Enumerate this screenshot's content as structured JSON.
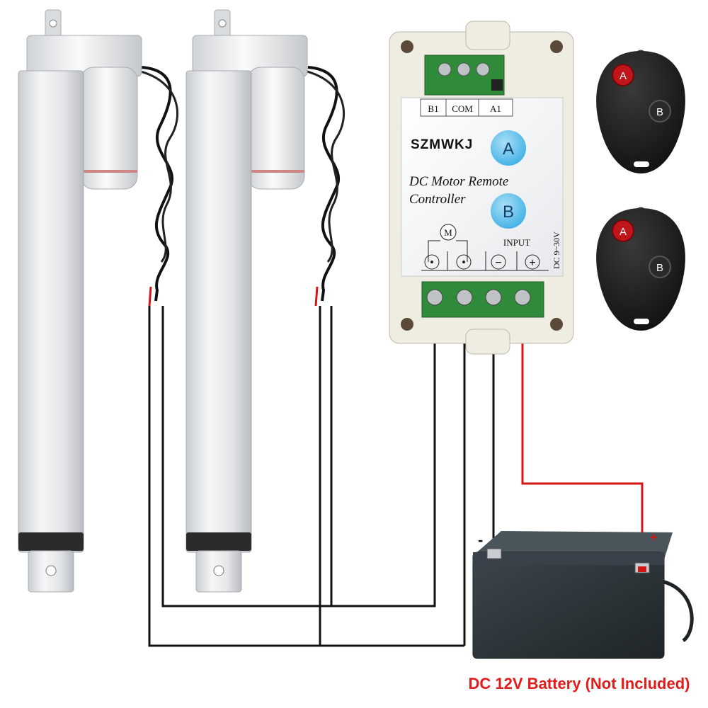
{
  "controller": {
    "brand": "SZMWKJ",
    "title_line1": "DC Motor Remote",
    "title_line2": "Controller",
    "button_a": "A",
    "button_b": "B",
    "terminal_b1": "B1",
    "terminal_com": "COM",
    "terminal_a1": "A1",
    "motor_symbol": "M",
    "input_label": "INPUT",
    "voltage_label": "DC 9~30V",
    "minus_symbol": "−",
    "plus_symbol": "+"
  },
  "remotes": {
    "button_a": "A",
    "button_b": "B"
  },
  "battery": {
    "minus": "-",
    "plus": "+",
    "caption": "DC 12V Battery (Not Included)"
  },
  "colors": {
    "wire_black": "#111111",
    "wire_red": "#d41616",
    "caption_red": "#e21b1b",
    "button_blue": "#62c3ee",
    "actuator_silver": "#dfe2e4",
    "controller_body": "#f1efe6",
    "battery_body": "#2c3338",
    "remote_body": "#1a1a1a",
    "remote_red_button": "#c0151a"
  }
}
